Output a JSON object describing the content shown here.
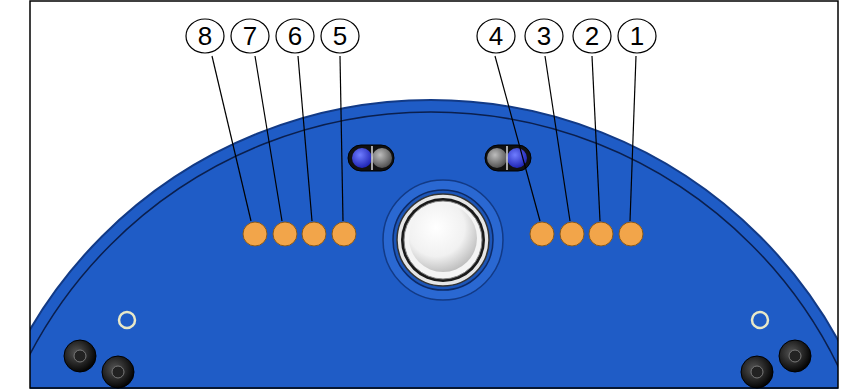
{
  "diagram": {
    "nodes": [
      {
        "text": [
          "8"
        ]
      },
      {
        "text": [
          "7"
        ]
      },
      {
        "text": [
          "6"
        ]
      },
      {
        "text": [
          "5"
        ]
      },
      {
        "text": [
          "4"
        ]
      },
      {
        "text": [
          "3"
        ]
      },
      {
        "text": [
          "2"
        ]
      },
      {
        "text": [
          "1"
        ]
      }
    ]
  }
}
